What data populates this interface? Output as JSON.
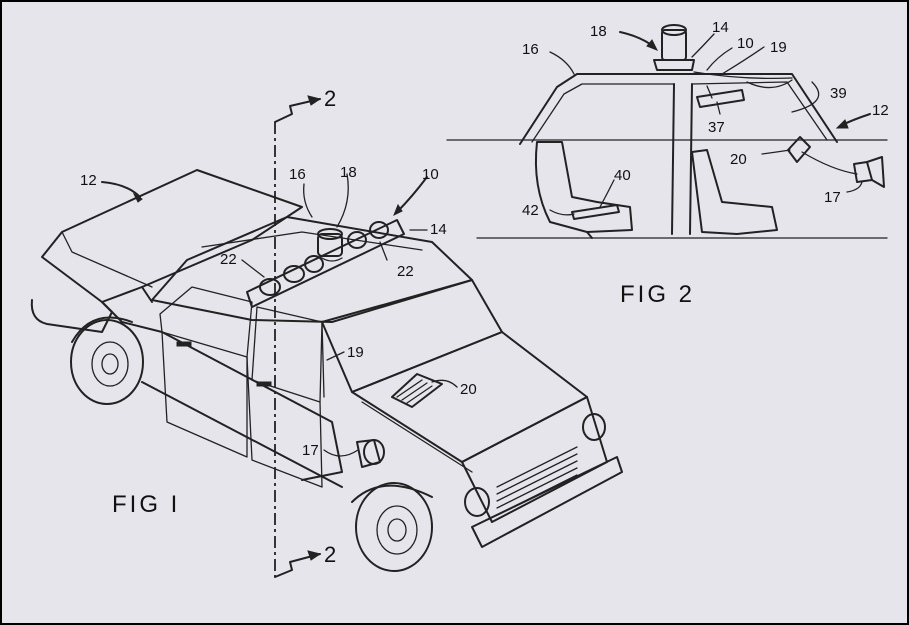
{
  "fig1": {
    "caption": "FIG I",
    "labels": {
      "car": "12",
      "section_top": "2",
      "section_bottom": "2",
      "roof": "16",
      "beacon": "18",
      "lightbar": "10",
      "bar_end": "14",
      "lamps_left": "22",
      "lamps_right": "22",
      "cable": "19",
      "control": "20",
      "speaker": "17"
    }
  },
  "fig2": {
    "caption": "FIG 2",
    "labels": {
      "beacon": "18",
      "bar_end": "14",
      "roof": "16",
      "lightbar": "10",
      "cable": "19",
      "wire": "39",
      "car": "12",
      "mount": "37",
      "control": "20",
      "speaker": "17",
      "switch": "40",
      "seat_unit": "42"
    }
  },
  "colors": {
    "paper": "#e6e5ec",
    "ink": "#222222"
  }
}
